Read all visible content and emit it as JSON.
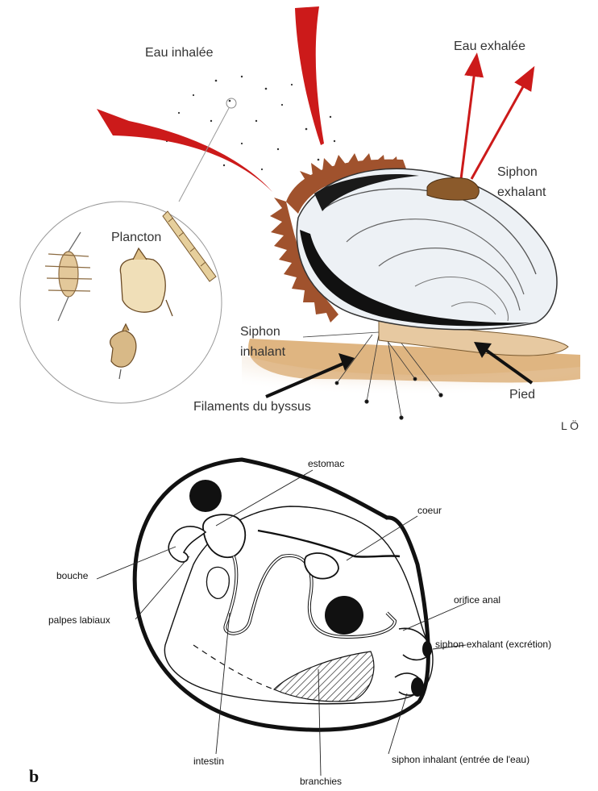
{
  "panel_a": {
    "labels": {
      "eau_inhalee": "Eau inhalée",
      "eau_exhalee": "Eau exhalée",
      "plancton": "Plancton",
      "siphon_exhalant": "Siphon\nexhalant",
      "siphon_inhalant": "Siphon\ninhalant",
      "filaments": "Filaments du byssus",
      "pied": "Pied",
      "credit": "L Ö"
    },
    "colors": {
      "water_arrow": "#cc1a1a",
      "shell_dark": "#111111",
      "shell_light": "#e8edf2",
      "sediment": "#d9a86b",
      "fringe": "#a0522d",
      "siphon": "#8b5a2b"
    }
  },
  "panel_b": {
    "panel_letter": "b",
    "labels": {
      "estomac": "estomac",
      "coeur": "coeur",
      "bouche": "bouche",
      "palpes": "palpes labiaux",
      "orifice_anal": "orifice anal",
      "siphon_exhalant": "siphon exhalant (excrétion)",
      "intestin": "intestin",
      "branchies": "branchies",
      "siphon_inhalant": "siphon inhalant (entrée de l'eau)"
    }
  }
}
